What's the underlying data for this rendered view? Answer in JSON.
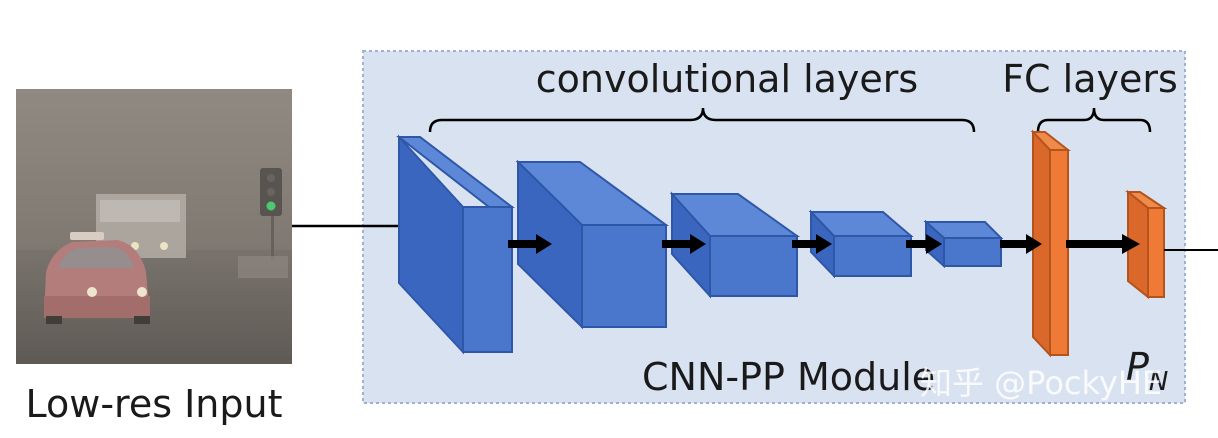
{
  "input": {
    "label": "Low-res Input"
  },
  "module": {
    "label": "CNN-PP Module",
    "conv_label": "convolutional layers",
    "fc_label": "FC layers",
    "output_label": "P",
    "output_subscript": "N"
  },
  "watermark": "知乎 @PockyHE",
  "colors": {
    "module_bg": "#d9e2f1",
    "conv_front": "#4a76cc",
    "conv_top": "#5d88d8",
    "conv_side": "#3b66bf",
    "fc_front": "#ee7a35",
    "fc_side": "#d9682a"
  }
}
